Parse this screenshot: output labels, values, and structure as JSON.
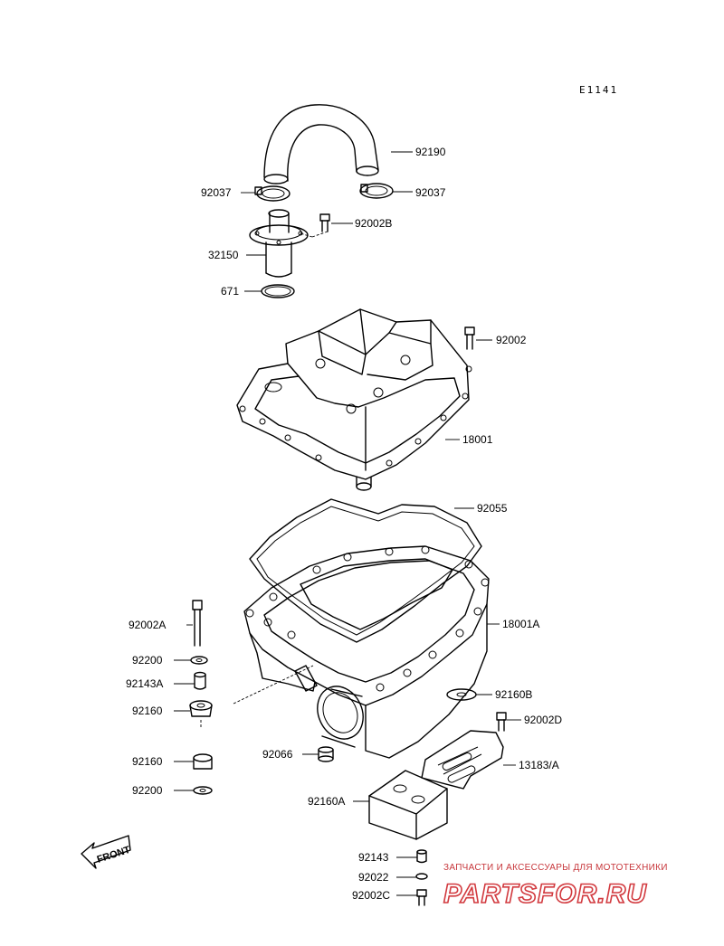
{
  "diagram_code": "E1141",
  "labels": [
    {
      "id": "hose",
      "text": "92190"
    },
    {
      "id": "clamp_left",
      "text": "92037"
    },
    {
      "id": "clamp_right",
      "text": "92037"
    },
    {
      "id": "bolt_top",
      "text": "92002B"
    },
    {
      "id": "breather_pipe",
      "text": "32150"
    },
    {
      "id": "o_ring",
      "text": "671"
    },
    {
      "id": "cover_bolt",
      "text": "92002"
    },
    {
      "id": "cover",
      "text": "18001"
    },
    {
      "id": "gasket",
      "text": "92055"
    },
    {
      "id": "case",
      "text": "18001A"
    },
    {
      "id": "long_bolt",
      "text": "92002A"
    },
    {
      "id": "washer_a",
      "text": "92200"
    },
    {
      "id": "collar",
      "text": "92143A"
    },
    {
      "id": "damper_a",
      "text": "92160"
    },
    {
      "id": "damper_b",
      "text": "92160B"
    },
    {
      "id": "bolt_d",
      "text": "92002D"
    },
    {
      "id": "drain_plug",
      "text": "92066"
    },
    {
      "id": "bracket",
      "text": "13183/A"
    },
    {
      "id": "damper_c",
      "text": "92160"
    },
    {
      "id": "washer_b",
      "text": "92200"
    },
    {
      "id": "pad",
      "text": "92160A"
    },
    {
      "id": "collar_b",
      "text": "92143"
    },
    {
      "id": "washer_c",
      "text": "92022"
    },
    {
      "id": "bolt_c",
      "text": "92002C"
    }
  ],
  "front_marker": "FRONT",
  "watermark": {
    "tagline": "ЗАПЧАСТИ И АКСЕССУАРЫ ДЛЯ МОТОТЕХНИКИ",
    "brand": "PARTSFOR.RU",
    "color": "#d23a3f"
  }
}
